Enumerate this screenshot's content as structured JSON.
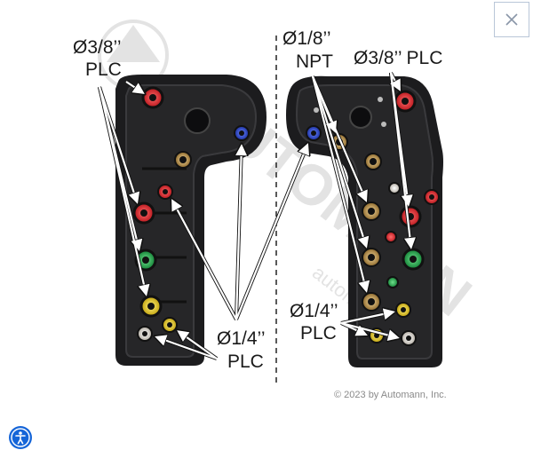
{
  "dialog": {
    "close_icon": "close-icon",
    "accessibility_icon": "accessibility-icon"
  },
  "figure": {
    "left_labels": {
      "large_port_size": "Ø3/8’’",
      "large_port_type": "PLC",
      "small_port_size": "Ø1/4’’",
      "small_port_type": "PLC"
    },
    "right_labels": {
      "npt_size": "Ø1/8’’",
      "npt_type": "NPT",
      "large_port": "Ø3/8’’ PLC",
      "small_port_size": "Ø1/4’’",
      "small_port_type": "PLC"
    },
    "copyright": "© 2023 by Automann, Inc.",
    "colors": {
      "red": "#d8262c",
      "green": "#22a845",
      "yellow": "#e3c61c",
      "blue": "#2346c9",
      "brass": "#c49a52",
      "white": "#e8e4dc",
      "body": "#1c1c1e"
    }
  }
}
